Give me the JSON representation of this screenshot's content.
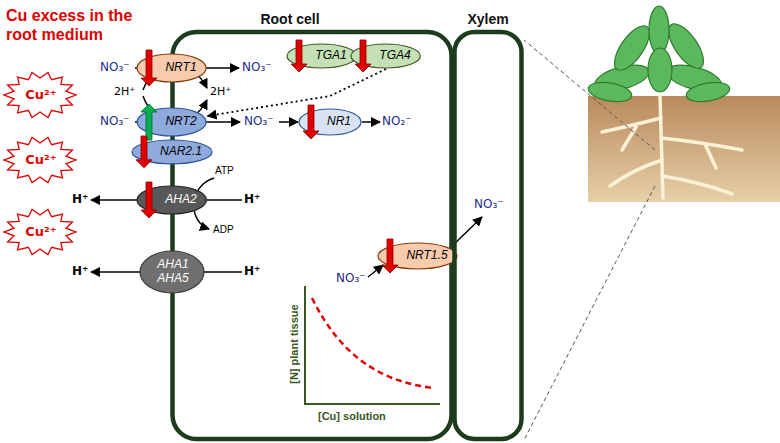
{
  "diagram": {
    "title": "Cu excess in the root medium",
    "nodes": [
      {
        "text": [
          "Cu²⁺"
        ]
      },
      {
        "text": [
          "Root cell"
        ]
      },
      {
        "text": [
          "Xylem"
        ]
      },
      {
        "text": [
          "NRT1"
        ],
        "in": 1
      },
      {
        "text": [
          "TGA1"
        ],
        "in": 1
      },
      {
        "text": [
          "TGA4"
        ],
        "in": 1
      },
      {
        "text": [
          "Cu²⁺"
        ]
      },
      {
        "text": [
          "NRT2"
        ],
        "in": 1
      },
      {
        "text": [
          "NAR2.1"
        ],
        "in": 1
      },
      {
        "text": [
          "NR1"
        ],
        "in": 1
      },
      {
        "text": [
          "Cu²⁺"
        ]
      },
      {
        "text": [
          "AHA2"
        ],
        "in": 1
      },
      {
        "text": [
          "NRT1.5"
        ],
        "in": 1
      },
      {
        "text": [
          "AHA1 AHA5"
        ],
        "in": 1
      }
    ],
    "edges": [
      {
        "from": 5,
        "to": 7,
        "arrow": "to"
      }
    ],
    "labels": [
      "NO₃⁻",
      "NO₃⁻",
      "2H⁺",
      "2H⁺",
      "NO₃⁻",
      "NO₃⁻",
      "NO₂⁻",
      "ATP",
      "H⁺",
      "H⁺",
      "ADP",
      "NO₃⁻",
      "NO₃⁻",
      "H⁺",
      "H⁺",
      "[N] plant tissue",
      "[Cu] solution"
    ]
  }
}
